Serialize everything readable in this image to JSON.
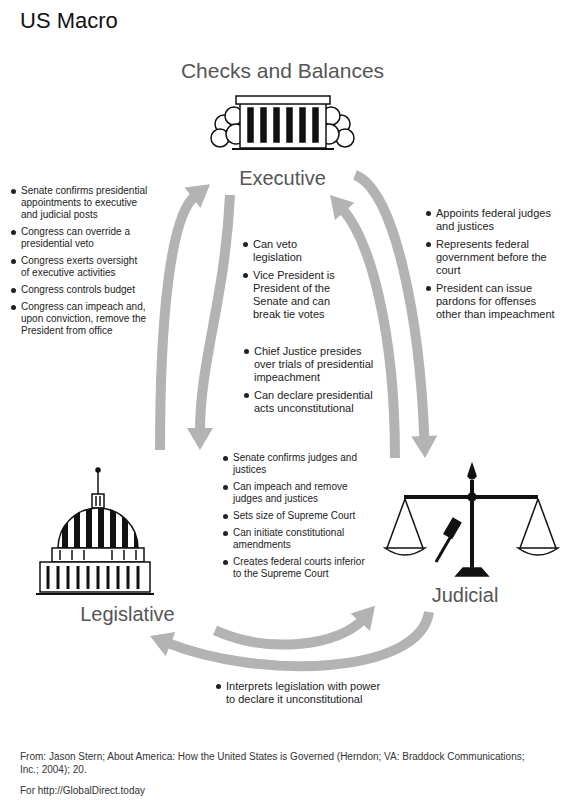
{
  "diagram": {
    "title": "Checks and Balances",
    "nodes": [
      {
        "text": [
          "Executive"
        ]
      },
      {
        "text": [
          "Legislative"
        ]
      },
      {
        "text": [
          "Judicial"
        ]
      }
    ],
    "edges": [
      {
        "from": 1,
        "to": 0,
        "arrow": "to"
      },
      {
        "from": 0,
        "to": 1,
        "arrow": "to"
      },
      {
        "from": 0,
        "to": 2,
        "arrow": "to"
      },
      {
        "from": 2,
        "to": 0,
        "arrow": "to"
      },
      {
        "from": 1,
        "to": 2,
        "arrow": "to"
      },
      {
        "from": 2,
        "to": 1,
        "arrow": "to"
      }
    ],
    "labels": [
      "US Macro",
      "Senate confirms presidential appointments to executive and judicial posts",
      "Congress can override a presidential veto",
      "Congress exerts oversight of executive activities",
      "Congress controls budget",
      "Congress can impeach and, upon conviction, remove the President from office",
      "Can veto legislation",
      "Vice President is President of the Senate and can break tie votes",
      "Appoints federal judges and justices",
      "Represents federal government before the court",
      "President can issue pardons for offenses other than impeachment",
      "Chief Justice presides over trials of presidential impeachment",
      "Can declare presidential acts unconstitutional",
      "Senate confirms judges and justices",
      "Can impeach and remove judges and justices",
      "Sets size of Supreme Court",
      "Can initiate constitutional amendments",
      "Creates federal courts inferior to the Supreme Court",
      "Interprets legislation with power to declare it unconstitutional",
      "From: Jason Stern; About America: How the United States is Governed (Herndon; VA: Braddock Communications; Inc.; 2004); 20.",
      "For http://GlobalDirect.today"
    ]
  }
}
